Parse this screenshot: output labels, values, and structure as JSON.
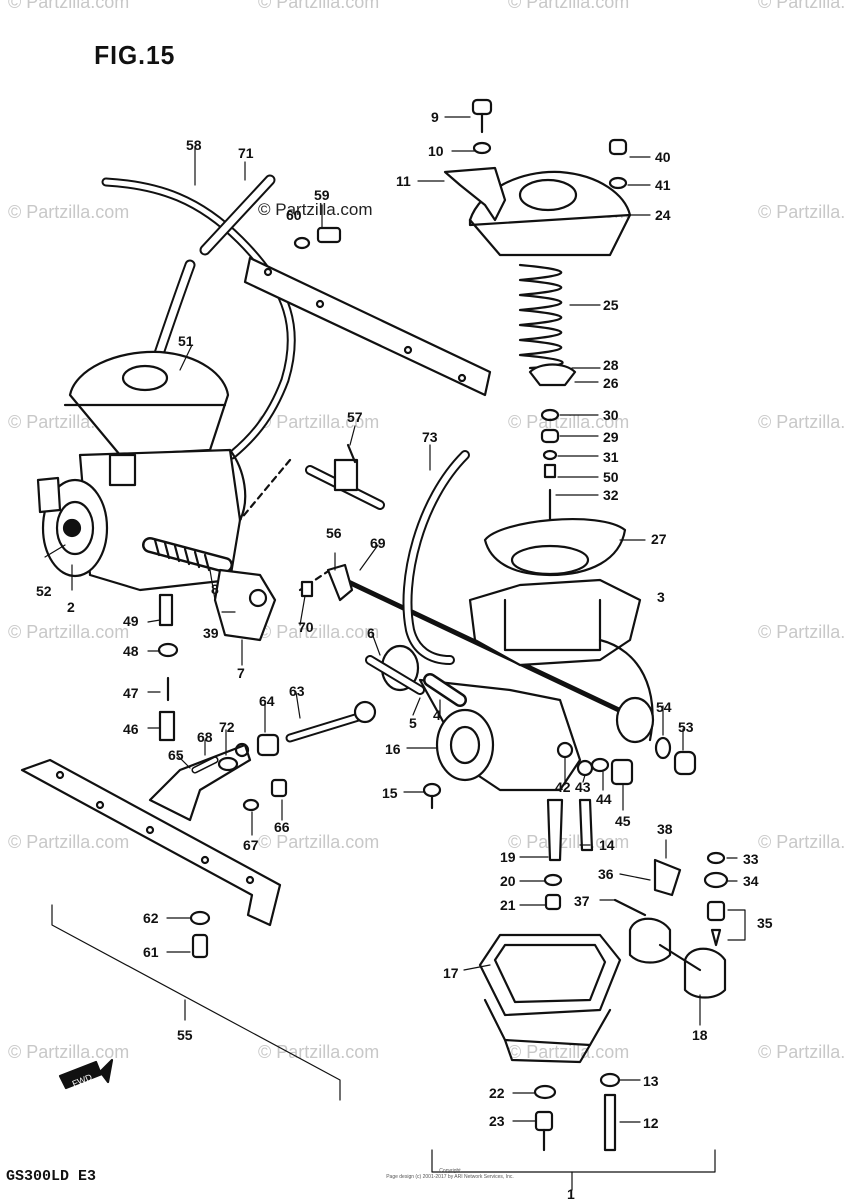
{
  "title": "FIG.15",
  "model_code": "GS300LD  E3",
  "watermark": "© Partzilla.com",
  "copyright_line_1": "Copyright",
  "copyright_line_2": "Page design (c) 2001-2017 by ARI Network Services, Inc.",
  "callouts": [
    "1",
    "2",
    "3",
    "4",
    "5",
    "6",
    "7",
    "8",
    "9",
    "10",
    "11",
    "12",
    "13",
    "14",
    "15",
    "16",
    "17",
    "18",
    "19",
    "20",
    "21",
    "22",
    "23",
    "24",
    "25",
    "26",
    "27",
    "28",
    "29",
    "30",
    "31",
    "32",
    "33",
    "34",
    "35",
    "36",
    "37",
    "38",
    "39",
    "40",
    "41",
    "42",
    "43",
    "44",
    "45",
    "46",
    "47",
    "48",
    "49",
    "50",
    "51",
    "52",
    "53",
    "54",
    "55",
    "56",
    "57",
    "58",
    "59",
    "60",
    "61",
    "62",
    "63",
    "64",
    "65",
    "66",
    "67",
    "68",
    "69",
    "70",
    "71",
    "72",
    "73"
  ],
  "fwd_label": "FWD"
}
